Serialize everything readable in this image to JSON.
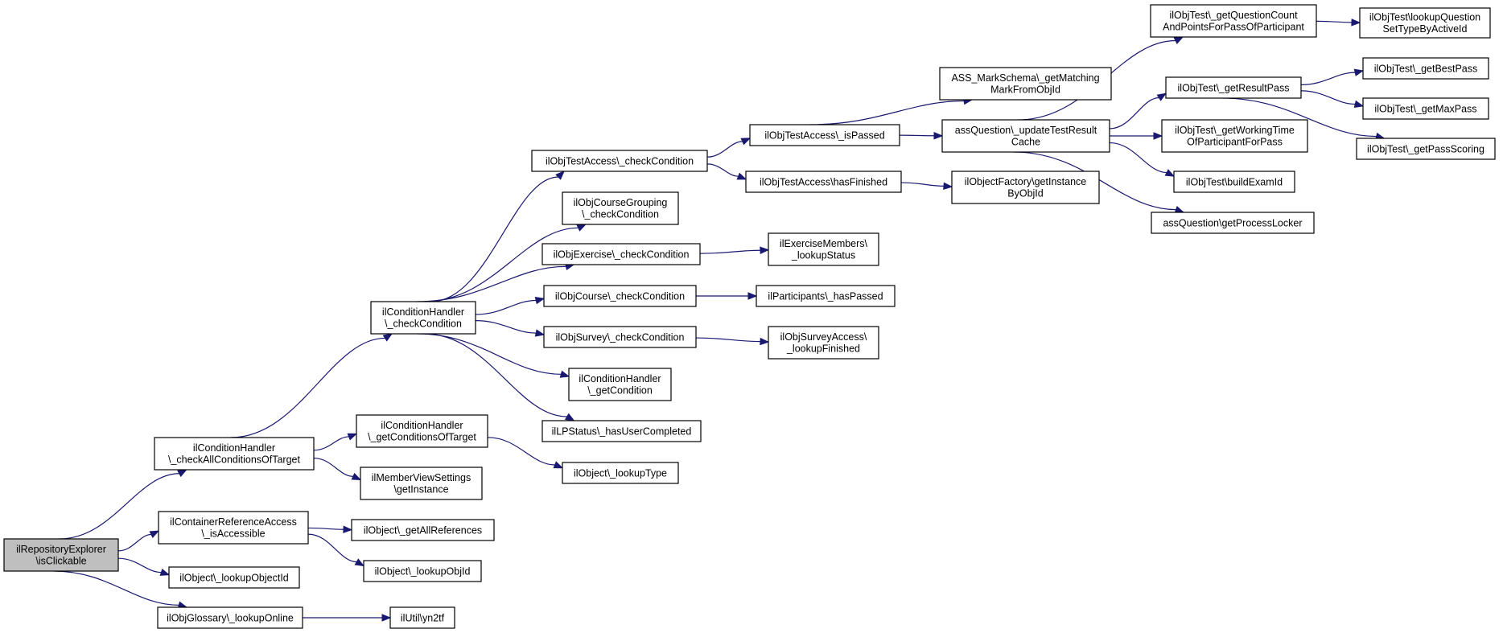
{
  "colors": {
    "edge": "#191970",
    "node_border": "#000000",
    "root_fill": "#bfbfbf",
    "node_fill": "#ffffff"
  },
  "nodes": [
    {
      "id": "n1",
      "lines": [
        "ilRepositoryExplorer",
        "\\isClickable"
      ],
      "root": true
    },
    {
      "id": "n2",
      "lines": [
        "ilConditionHandler",
        "\\_checkAllConditionsOfTarget"
      ]
    },
    {
      "id": "n3",
      "lines": [
        "ilContainerReferenceAccess",
        "\\_isAccessible"
      ]
    },
    {
      "id": "n4",
      "lines": [
        "ilObject\\_lookupObjectId"
      ]
    },
    {
      "id": "n5",
      "lines": [
        "ilObjGlossary\\_lookupOnline"
      ]
    },
    {
      "id": "n6",
      "lines": [
        "ilConditionHandler",
        "\\_checkCondition"
      ]
    },
    {
      "id": "n7",
      "lines": [
        "ilConditionHandler",
        "\\_getConditionsOfTarget"
      ]
    },
    {
      "id": "n8",
      "lines": [
        "ilMemberViewSettings",
        "\\getInstance"
      ]
    },
    {
      "id": "n9",
      "lines": [
        "ilObject\\_getAllReferences"
      ]
    },
    {
      "id": "n10",
      "lines": [
        "ilObject\\_lookupObjId"
      ]
    },
    {
      "id": "n11",
      "lines": [
        "ilUtil\\yn2tf"
      ]
    },
    {
      "id": "n12",
      "lines": [
        "ilObjTestAccess\\_checkCondition"
      ]
    },
    {
      "id": "n13",
      "lines": [
        "ilObjCourseGrouping",
        "\\_checkCondition"
      ]
    },
    {
      "id": "n14",
      "lines": [
        "ilObjExercise\\_checkCondition"
      ]
    },
    {
      "id": "n15",
      "lines": [
        "ilObjCourse\\_checkCondition"
      ]
    },
    {
      "id": "n16",
      "lines": [
        "ilObjSurvey\\_checkCondition"
      ]
    },
    {
      "id": "n17",
      "lines": [
        "ilConditionHandler",
        "\\_getCondition"
      ]
    },
    {
      "id": "n18",
      "lines": [
        "ilLPStatus\\_hasUserCompleted"
      ]
    },
    {
      "id": "n19",
      "lines": [
        "ilObject\\_lookupType"
      ]
    },
    {
      "id": "n20",
      "lines": [
        "ilObjTestAccess\\_isPassed"
      ]
    },
    {
      "id": "n21",
      "lines": [
        "ilObjTestAccess\\hasFinished"
      ]
    },
    {
      "id": "n22",
      "lines": [
        "ilExerciseMembers\\",
        "_lookupStatus"
      ]
    },
    {
      "id": "n23",
      "lines": [
        "ilParticipants\\_hasPassed"
      ]
    },
    {
      "id": "n24",
      "lines": [
        "ilObjSurveyAccess\\",
        "_lookupFinished"
      ]
    },
    {
      "id": "n25",
      "lines": [
        "ASS_MarkSchema\\_getMatching",
        "MarkFromObjId"
      ]
    },
    {
      "id": "n26",
      "lines": [
        "assQuestion\\_updateTestResult",
        "Cache"
      ]
    },
    {
      "id": "n27",
      "lines": [
        "ilObjectFactory\\getInstance",
        "ByObjId"
      ]
    },
    {
      "id": "n28",
      "lines": [
        "ilObjTest\\_getQuestionCount",
        "AndPointsForPassOfParticipant"
      ]
    },
    {
      "id": "n29",
      "lines": [
        "ilObjTest\\_getResultPass"
      ]
    },
    {
      "id": "n30",
      "lines": [
        "ilObjTest\\_getWorkingTime",
        "OfParticipantForPass"
      ]
    },
    {
      "id": "n31",
      "lines": [
        "ilObjTest\\buildExamId"
      ]
    },
    {
      "id": "n32",
      "lines": [
        "assQuestion\\getProcessLocker"
      ]
    },
    {
      "id": "n33",
      "lines": [
        "ilObjTest\\lookupQuestion",
        "SetTypeByActiveId"
      ]
    },
    {
      "id": "n34",
      "lines": [
        "ilObjTest\\_getBestPass"
      ]
    },
    {
      "id": "n35",
      "lines": [
        "ilObjTest\\_getMaxPass"
      ]
    },
    {
      "id": "n36",
      "lines": [
        "ilObjTest\\_getPassScoring"
      ]
    }
  ],
  "edges": [
    [
      "n1",
      "n2"
    ],
    [
      "n1",
      "n3"
    ],
    [
      "n1",
      "n4"
    ],
    [
      "n1",
      "n5"
    ],
    [
      "n2",
      "n6"
    ],
    [
      "n2",
      "n7"
    ],
    [
      "n2",
      "n8"
    ],
    [
      "n3",
      "n9"
    ],
    [
      "n3",
      "n10"
    ],
    [
      "n5",
      "n11"
    ],
    [
      "n6",
      "n12"
    ],
    [
      "n6",
      "n13"
    ],
    [
      "n6",
      "n14"
    ],
    [
      "n6",
      "n15"
    ],
    [
      "n6",
      "n16"
    ],
    [
      "n6",
      "n17"
    ],
    [
      "n6",
      "n18"
    ],
    [
      "n7",
      "n19"
    ],
    [
      "n12",
      "n20"
    ],
    [
      "n12",
      "n21"
    ],
    [
      "n14",
      "n22"
    ],
    [
      "n15",
      "n23"
    ],
    [
      "n16",
      "n24"
    ],
    [
      "n20",
      "n25"
    ],
    [
      "n20",
      "n26"
    ],
    [
      "n21",
      "n27"
    ],
    [
      "n26",
      "n28"
    ],
    [
      "n26",
      "n29"
    ],
    [
      "n26",
      "n30"
    ],
    [
      "n26",
      "n31"
    ],
    [
      "n26",
      "n32"
    ],
    [
      "n28",
      "n33"
    ],
    [
      "n29",
      "n34"
    ],
    [
      "n29",
      "n35"
    ],
    [
      "n29",
      "n36"
    ]
  ]
}
